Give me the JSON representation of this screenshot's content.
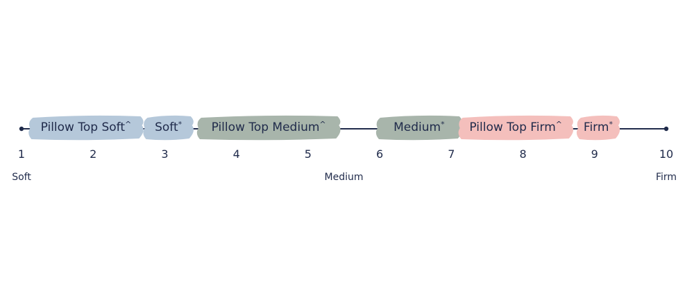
{
  "scale": {
    "min": 1,
    "max": 10,
    "numbers": [
      "1",
      "2",
      "3",
      "4",
      "5",
      "6",
      "7",
      "8",
      "9",
      "10"
    ],
    "words": [
      {
        "label": "Soft",
        "at": 1
      },
      {
        "label": "Medium",
        "at": 5.5
      },
      {
        "label": "Firm",
        "at": 10
      }
    ]
  },
  "bands": [
    {
      "label": "Pillow Top Soft",
      "mark": "^",
      "from": 1.1,
      "to": 2.7,
      "color": "#b5c8da"
    },
    {
      "label": "Soft",
      "mark": "*",
      "from": 2.7,
      "to": 3.4,
      "color": "#b5c8da"
    },
    {
      "label": "Pillow Top Medium",
      "mark": "^",
      "from": 3.45,
      "to": 5.45,
      "color": "#a8b5ab"
    },
    {
      "label": "Medium",
      "mark": "*",
      "from": 5.95,
      "to": 7.15,
      "color": "#a8b5ab"
    },
    {
      "label": "Pillow Top Firm",
      "mark": "^",
      "from": 7.1,
      "to": 8.7,
      "color": "#f4bfbc"
    },
    {
      "label": "Firm",
      "mark": "*",
      "from": 8.75,
      "to": 9.35,
      "color": "#f4bfbc"
    }
  ],
  "colors": {
    "line": "#1f2a4a",
    "text": "#1f2a4a"
  }
}
